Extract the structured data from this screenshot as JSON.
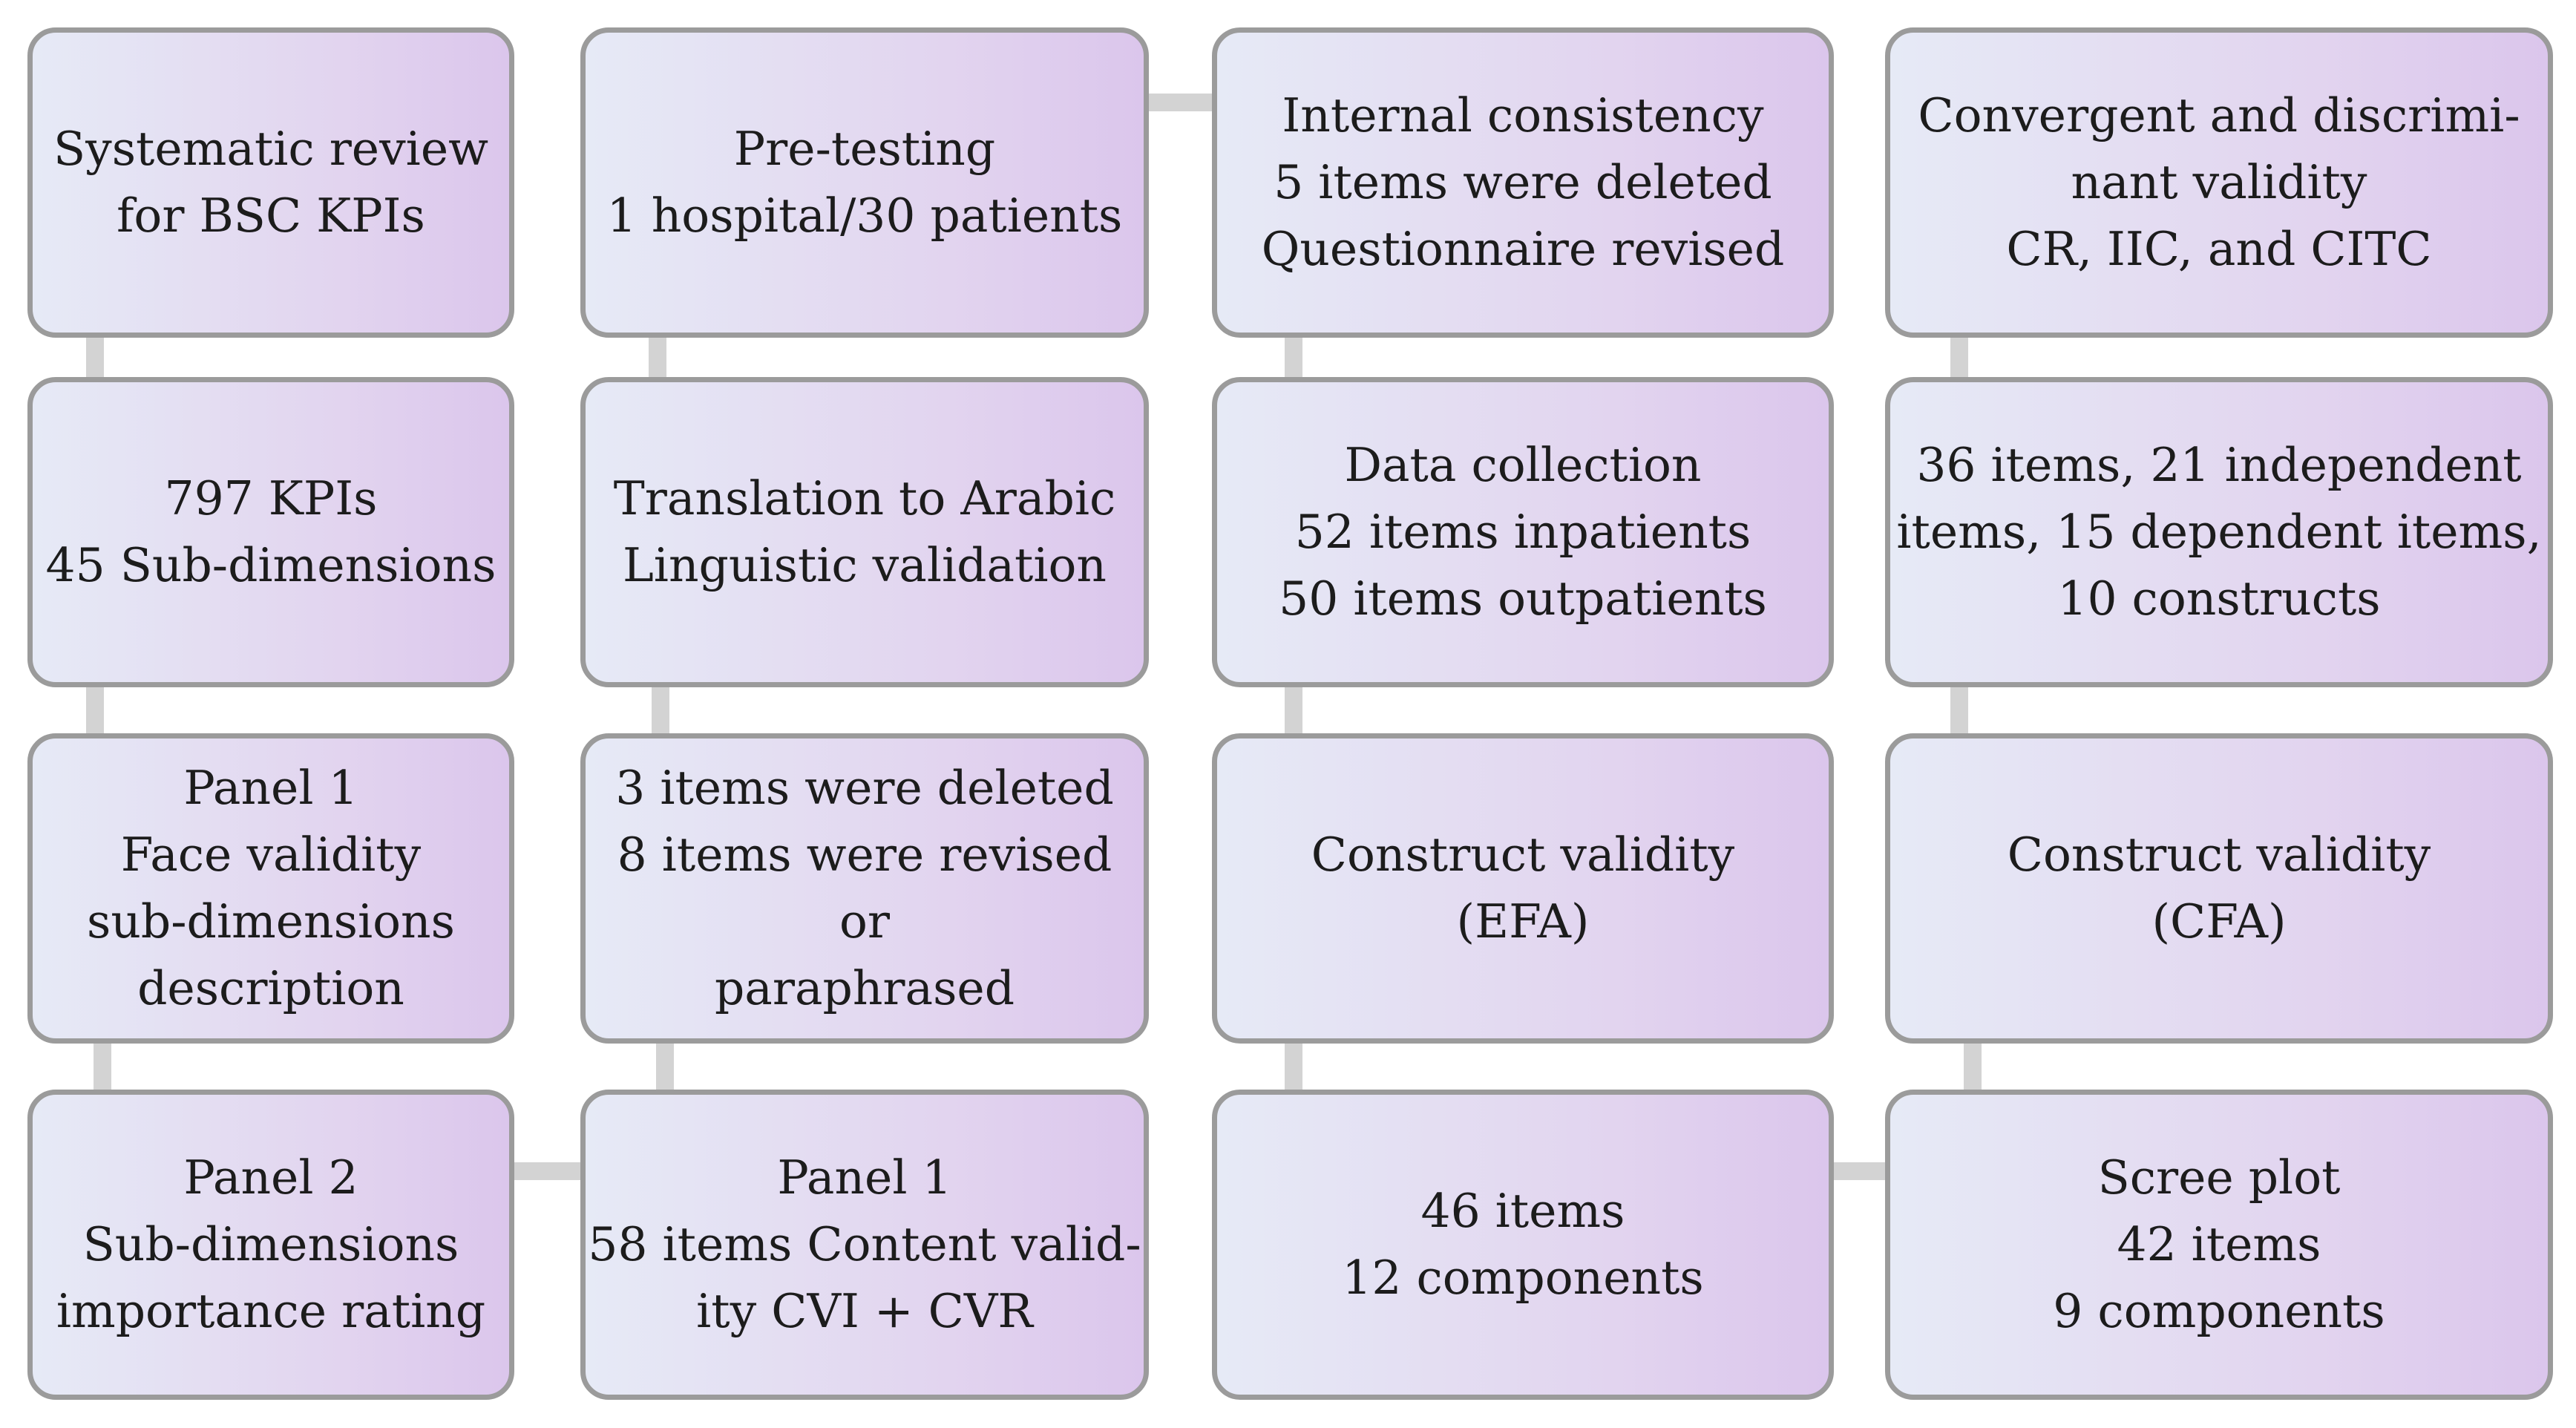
{
  "boxes": {
    "systematic_review": "Systematic review\nfor BSC KPIs",
    "kpis": "797 KPIs\n45 Sub-dimensions",
    "panel1_face": "Panel 1\nFace validity\nsub-dimensions\ndescription",
    "panel2": "Panel 2\nSub-dimensions\nimportance rating",
    "panel1_content": "Panel 1\n58 items Content valid-\nity CVI + CVR",
    "items_deleted": "3 items were deleted\n8 items were revised or\nparaphrased",
    "translation": "Translation to Arabic\nLinguistic validation",
    "pretesting": "Pre-testing\n1 hospital/30 patients",
    "internal_consistency": "Internal consistency\n5 items were deleted\nQuestionnaire revised",
    "data_collection": "Data collection\n52 items inpatients\n50 items outpatients",
    "efa": "Construct validity\n(EFA)",
    "items_46": "46 items\n12 components",
    "scree_plot": "Scree plot\n42 items\n9 components",
    "cfa": "Construct validity\n(CFA)",
    "items_36": "36 items, 21 independent\nitems, 15 dependent items,\n10 constructs",
    "convergent": "Convergent and discrimi-\nnant validity\nCR, IIC, and CITC"
  },
  "colors": {
    "box_border": "#9b9b9b",
    "box_gradient_left": "#e6eaf6",
    "box_gradient_right": "#dbc6ec",
    "arrow": "#d3d3d3",
    "text": "#1c1c1c"
  }
}
